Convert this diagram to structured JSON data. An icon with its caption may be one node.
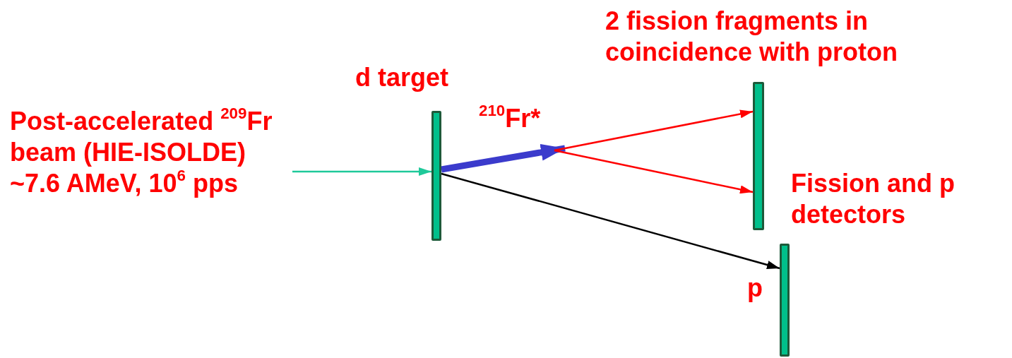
{
  "diagram": {
    "nodes": [
      {
        "text": [
          "Post-accelerated $^{209}$Fr beam (HIE-ISOLDE) ~7.6 AMeV, 10$^{6}$ pps"
        ]
      },
      {
        "text": [
          "d target"
        ]
      },
      {
        "text": [],
        "shape": "bar"
      },
      {
        "text": [],
        "shape": "bar"
      }
    ],
    "edges": [
      {
        "from": 0,
        "to": 1,
        "arrow": "to",
        "color": "#1fc99a"
      },
      {
        "from": 1,
        "to": null,
        "arrow": "to",
        "style": "thick",
        "color": "#3b3bcc",
        "label": "$^{210}$Fr*"
      },
      {
        "from": null,
        "to": 2,
        "arrow": "to",
        "color": "#ff0000"
      },
      {
        "from": null,
        "to": 2,
        "arrow": "to",
        "color": "#ff0000"
      },
      {
        "from": 1,
        "to": 3,
        "arrow": "to",
        "color": "#000000",
        "label": "p"
      }
    ],
    "labels": [
      "2 fission fragments in coincidence with proton",
      "Fission and p detectors"
    ]
  }
}
